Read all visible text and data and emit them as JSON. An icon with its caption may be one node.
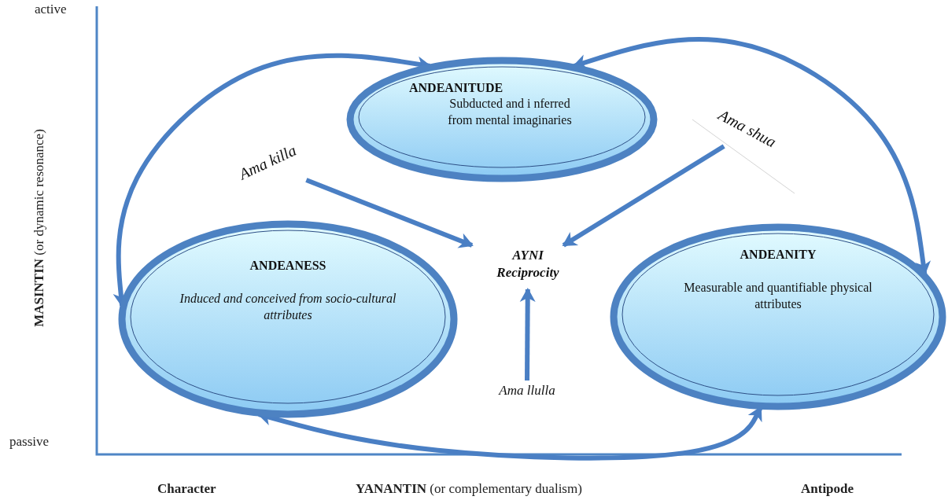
{
  "diagram": {
    "nodes": [
      {
        "text": [
          "ANDEANITUDE",
          "Subducted and i nferred from mental imaginaries"
        ]
      },
      {
        "text": [
          "ANDEANESS",
          "Induced and conceived from socio-cultural attributes"
        ]
      },
      {
        "text": [
          "ANDEANITY",
          "Measurable and quantifiable physical attributes"
        ]
      },
      {
        "text": [
          "AYNI Reciprocity"
        ]
      },
      {
        "text": [
          "Ama killa"
        ]
      },
      {
        "text": [
          "Ama shua"
        ]
      },
      {
        "text": [
          "Ama llulla"
        ]
      }
    ],
    "edges": [
      {
        "from": 1,
        "to": 0,
        "arrow": "both"
      },
      {
        "from": 0,
        "to": 2,
        "arrow": "both"
      },
      {
        "from": 2,
        "to": 1,
        "arrow": "both"
      },
      {
        "from": 4,
        "to": 3,
        "arrow": "to"
      },
      {
        "from": 5,
        "to": 3,
        "arrow": "to"
      },
      {
        "from": 6,
        "to": 3,
        "arrow": "to"
      }
    ],
    "labels": [
      "active",
      "**MASINTIN** (or dynamic resonance)",
      "passive",
      "Character",
      "**YANANTIN** (or complementary dualism)",
      "Antipode"
    ]
  }
}
